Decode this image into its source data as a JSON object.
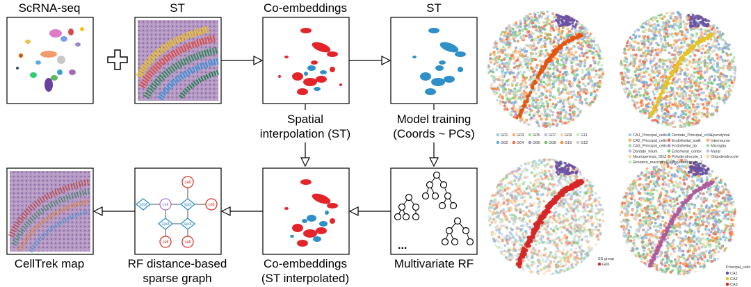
{
  "panels": {
    "scrna": {
      "title": "ScRNA-seq"
    },
    "st_left": {
      "title": "ST"
    },
    "coemb_top": {
      "title": "Co-embeddings"
    },
    "st_right": {
      "title": "ST"
    },
    "spatial_interp": {
      "line1": "Spatial",
      "line2": "interpolation (ST)"
    },
    "model_training": {
      "line1": "Model training",
      "line2": "(Coords ~ PCs)"
    },
    "celltrek": {
      "title": "CellTrek map"
    },
    "rf_graph": {
      "line1": "RF distance-based",
      "line2": "sparse graph"
    },
    "coemb_bottom": {
      "line1": "Co-embeddings",
      "line2": "(ST interpolated)"
    },
    "multivariate": {
      "title": "Multivariate RF",
      "ellipsis": "..."
    }
  },
  "graph_nodes": {
    "spot": "spot",
    "cell": "cell"
  },
  "plus_symbol": "+",
  "legends": {
    "top_left": [
      "G01",
      "G03",
      "G05",
      "G07",
      "G09",
      "G11",
      "G02",
      "G04",
      "G06",
      "G08",
      "G10",
      "G12"
    ],
    "top_right": [
      "CA1_Principal_cells",
      "CA2_Principal_cells",
      "CA3_Principal_cells",
      "Dentate_hilum",
      "Neurogenesis_SGZ",
      "Resident_macrophage",
      "Dentate_Principal_cells",
      "Endothelial_stalk",
      "Endothelial_tip",
      "Entorhinal_cortex",
      "Polydendrocyte_1",
      "Polydendrocyte_2",
      "Ependymal",
      "Interneuron",
      "Microglia",
      "Mural",
      "Oligodendrocyte"
    ],
    "bottom_left": {
      "title": "SS group",
      "items": [
        "G06"
      ]
    },
    "bottom_right": {
      "title": "Principal_cells",
      "items": [
        "CA1",
        "CA2",
        "CA3"
      ]
    }
  },
  "colors": {
    "red": "#e3242b",
    "blue": "#2f8fc9",
    "purple": "#a678c8",
    "node_red": "#d9342b",
    "node_blue": "#2f8fc9"
  }
}
